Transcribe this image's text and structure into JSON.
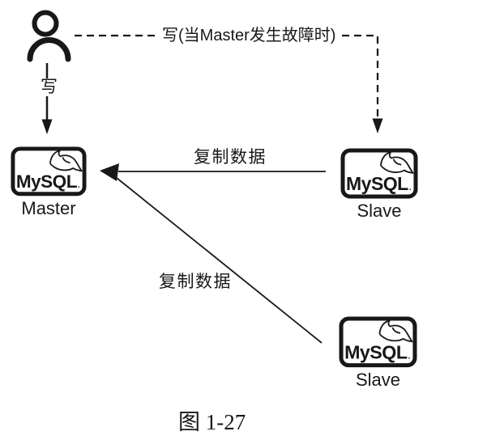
{
  "figure": {
    "caption": "图 1-27"
  },
  "palette": {
    "ink": "#181818",
    "background": "#ffffff"
  },
  "user": {
    "icon": "person-icon"
  },
  "nodes": {
    "master": {
      "label": "Master",
      "logo_text": "MySQL",
      "logo_mark": "."
    },
    "slave_top": {
      "label": "Slave",
      "logo_text": "MySQL",
      "logo_mark": "."
    },
    "slave_bottom": {
      "label": "Slave",
      "logo_text": "MySQL",
      "logo_mark": "."
    }
  },
  "edges": {
    "write": {
      "label": "写",
      "style": "solid-arrow",
      "from": "user",
      "to": "master"
    },
    "failover_write": {
      "label": "写(当Master发生故障时)",
      "style": "dashed-arrow",
      "from": "user",
      "to": "slave_top"
    },
    "replicate_top": {
      "label": "复制数据",
      "style": "solid-arrow",
      "from": "slave_top",
      "to": "master"
    },
    "replicate_bottom": {
      "label": "复制数据",
      "style": "solid-arrow",
      "from": "slave_bottom",
      "to": "master"
    }
  }
}
